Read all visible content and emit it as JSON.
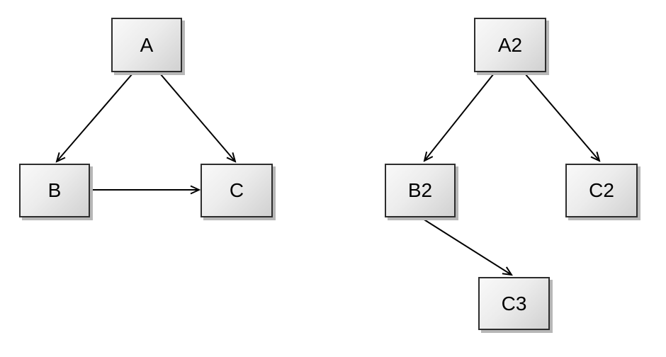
{
  "diagram": {
    "background_color": "#ffffff",
    "node_style": {
      "fill_top": "#f9f9f9",
      "fill_bottom": "#d1d1d1",
      "border_color": "#2d2d2d",
      "shadow_color": "#b7b7b7",
      "text_color": "#000000"
    },
    "edge_color": "#000000",
    "left_graph": {
      "nodes": [
        {
          "id": "A",
          "label": "A"
        },
        {
          "id": "B",
          "label": "B"
        },
        {
          "id": "C",
          "label": "C"
        }
      ],
      "edges": [
        {
          "from": "A",
          "to": "B"
        },
        {
          "from": "A",
          "to": "C"
        },
        {
          "from": "B",
          "to": "C"
        }
      ]
    },
    "right_graph": {
      "nodes": [
        {
          "id": "A2",
          "label": "A2"
        },
        {
          "id": "B2",
          "label": "B2"
        },
        {
          "id": "C2",
          "label": "C2"
        },
        {
          "id": "C3",
          "label": "C3"
        }
      ],
      "edges": [
        {
          "from": "A2",
          "to": "B2"
        },
        {
          "from": "A2",
          "to": "C2"
        },
        {
          "from": "B2",
          "to": "C3"
        }
      ]
    }
  }
}
